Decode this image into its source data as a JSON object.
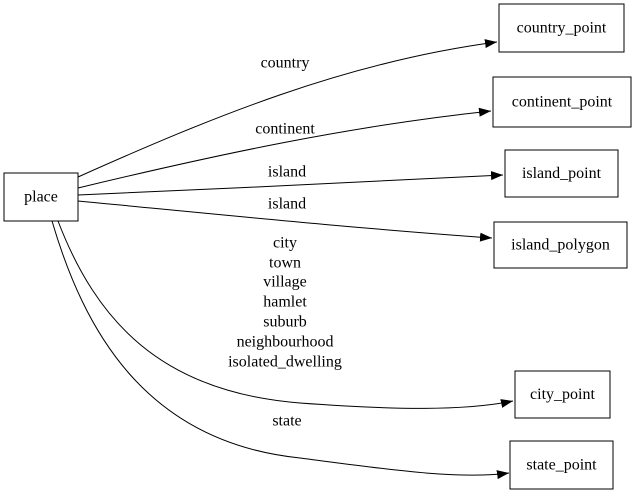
{
  "diagram": {
    "background_color": "#ffffff",
    "stroke_color": "#000000",
    "text_color": "#000000",
    "nodes": {
      "place": {
        "label": "place"
      },
      "country_point": {
        "label": "country_point"
      },
      "continent_point": {
        "label": "continent_point"
      },
      "island_point": {
        "label": "island_point"
      },
      "island_polygon": {
        "label": "island_polygon"
      },
      "city_point": {
        "label": "city_point"
      },
      "state_point": {
        "label": "state_point"
      }
    },
    "edges": [
      {
        "from": "place",
        "to": "country_point",
        "label": "country"
      },
      {
        "from": "place",
        "to": "continent_point",
        "label": "continent"
      },
      {
        "from": "place",
        "to": "island_point",
        "label": "island"
      },
      {
        "from": "place",
        "to": "island_polygon",
        "label": "island"
      },
      {
        "from": "place",
        "to": "city_point",
        "label_lines": [
          "city",
          "town",
          "village",
          "hamlet",
          "suburb",
          "neighbourhood",
          "isolated_dwelling"
        ]
      },
      {
        "from": "place",
        "to": "state_point",
        "label": "state"
      }
    ]
  }
}
